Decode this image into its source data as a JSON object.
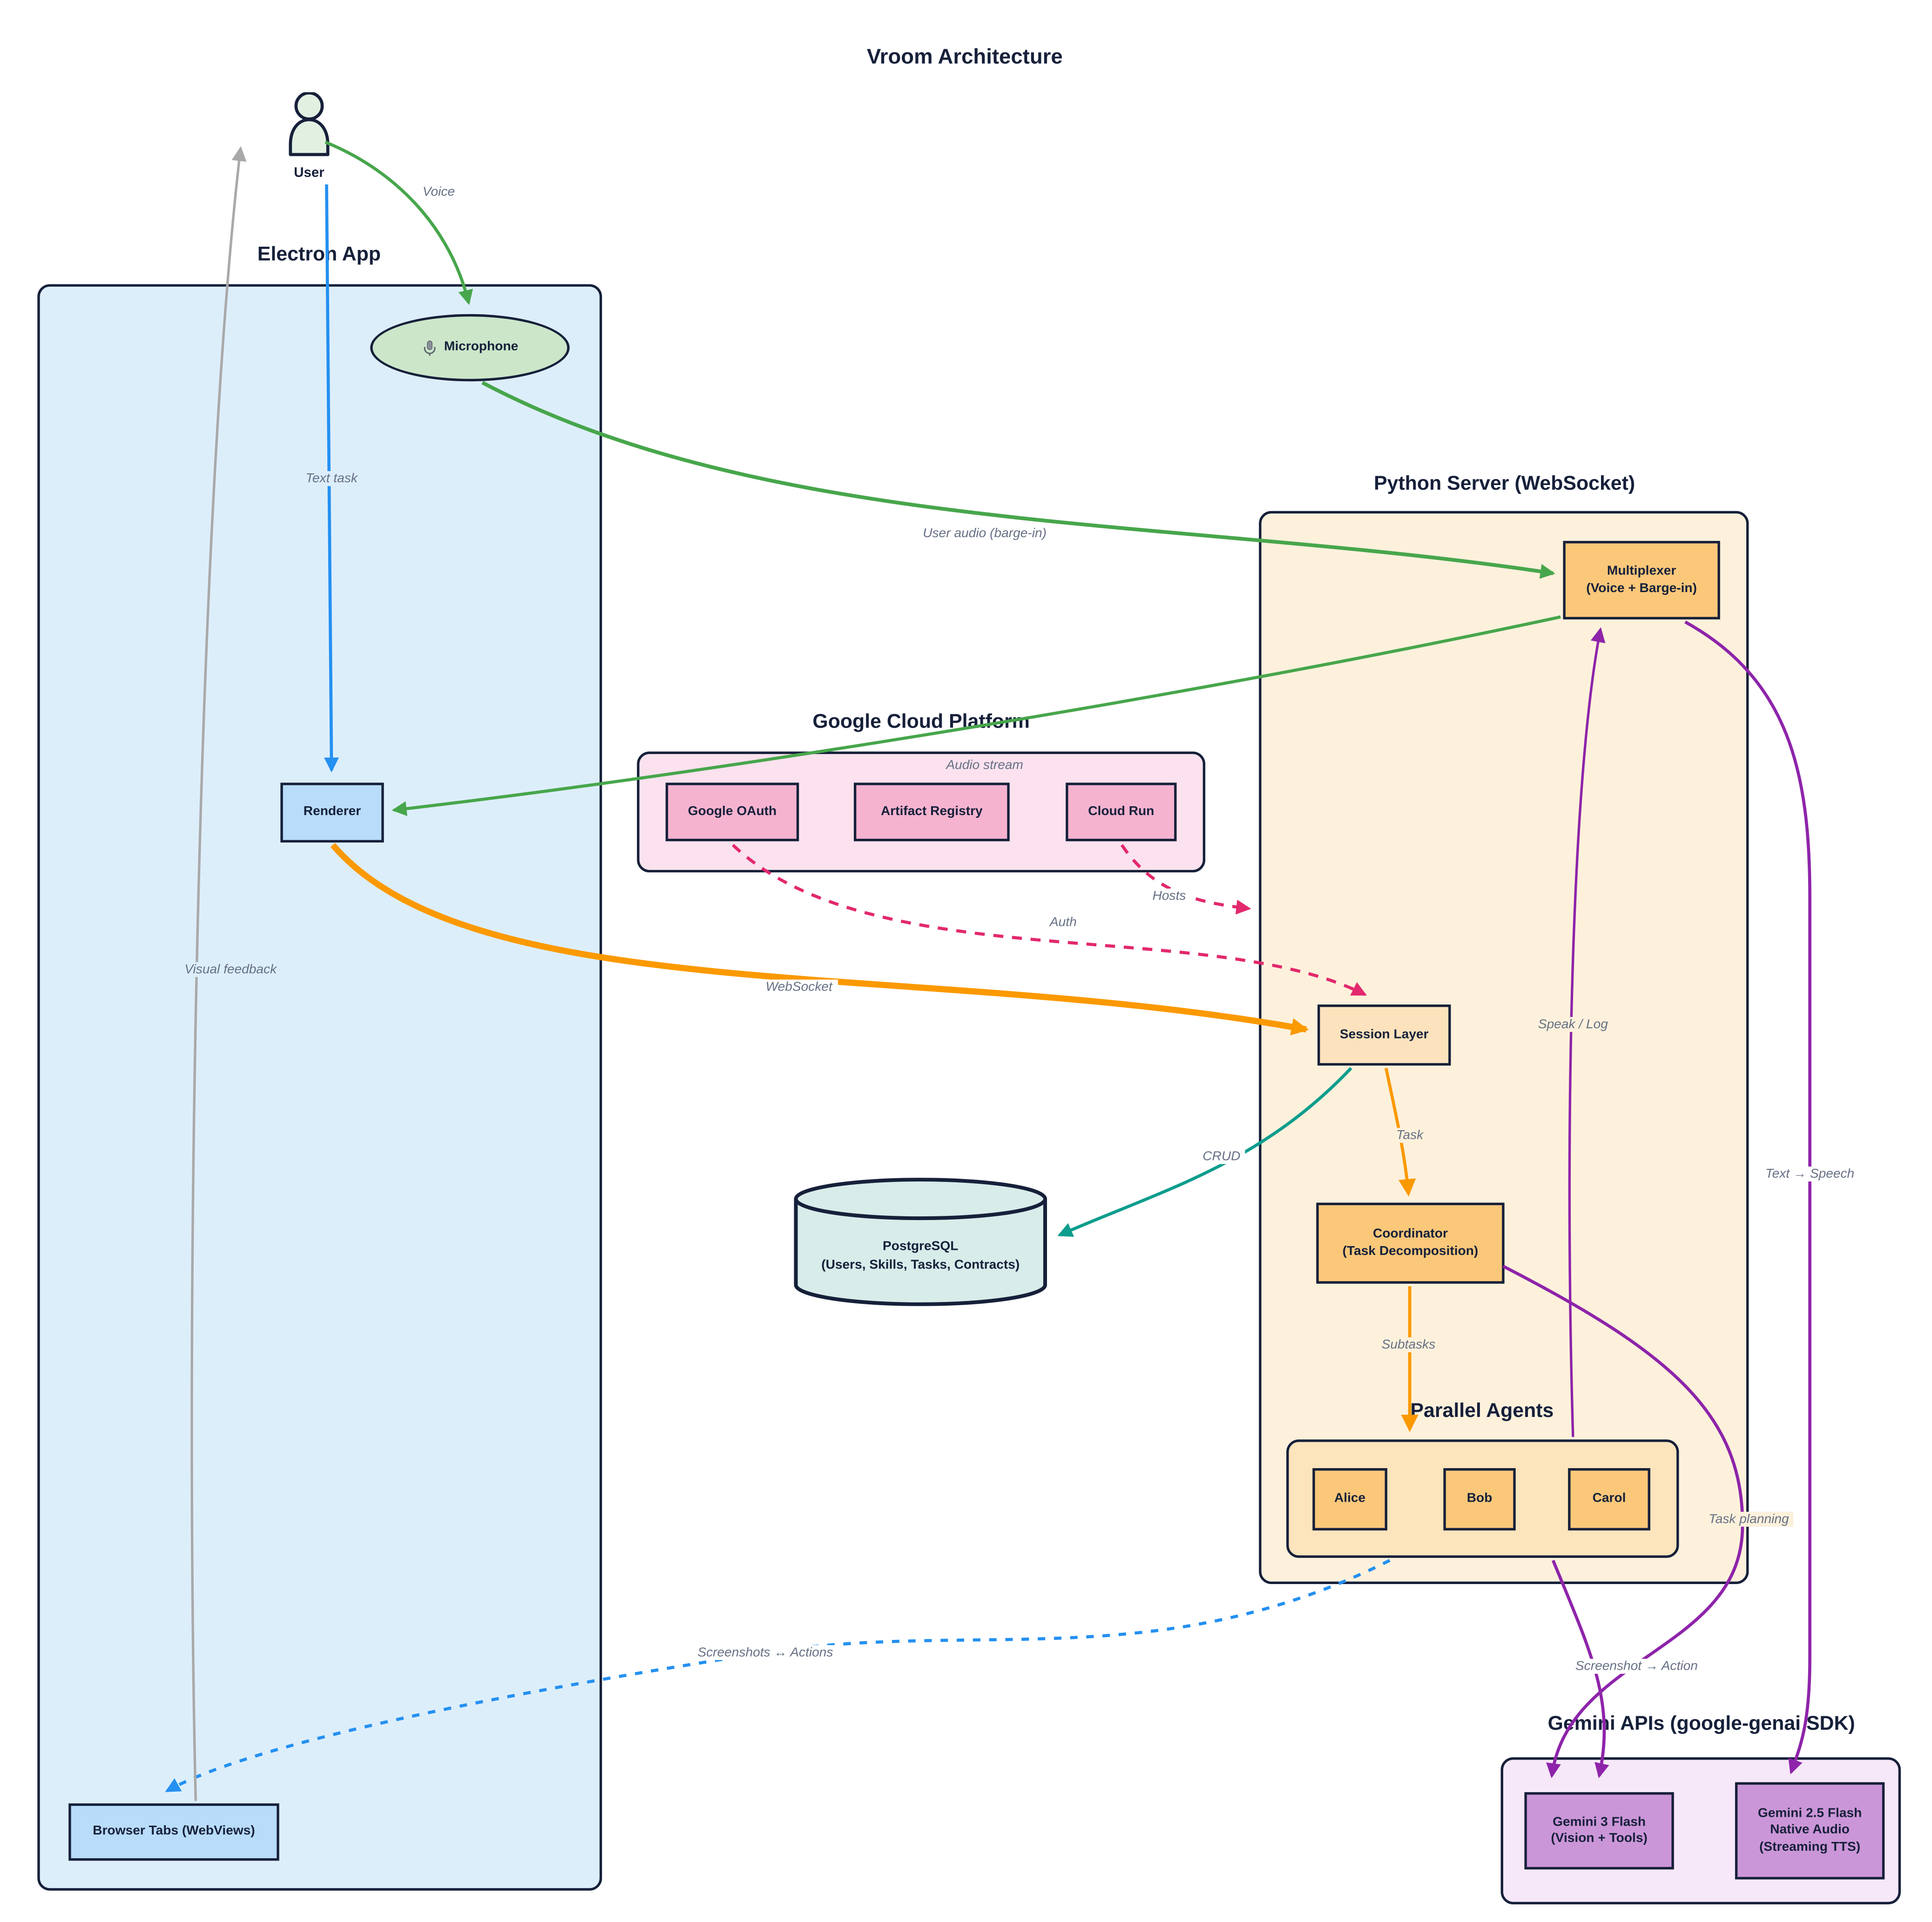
{
  "title": "Vroom Architecture",
  "containers": {
    "electron": {
      "label": "Electron App"
    },
    "gcp": {
      "label": "Google Cloud Platform"
    },
    "python": {
      "label": "Python Server (WebSocket)"
    },
    "agents": {
      "label": "Parallel Agents"
    },
    "gemini": {
      "label": "Gemini APIs (google-genai SDK)"
    }
  },
  "nodes": {
    "user": {
      "label": "User"
    },
    "microphone": {
      "label": "Microphone"
    },
    "renderer": {
      "label": "Renderer"
    },
    "browser_tabs": {
      "label": "Browser Tabs (WebViews)"
    },
    "google_oauth": {
      "label": "Google OAuth"
    },
    "artifact_registry": {
      "label": "Artifact Registry"
    },
    "cloud_run": {
      "label": "Cloud Run"
    },
    "multiplexer": {
      "line1": "Multiplexer",
      "line2": "(Voice + Barge-in)"
    },
    "session_layer": {
      "label": "Session Layer"
    },
    "coordinator": {
      "line1": "Coordinator",
      "line2": "(Task Decomposition)"
    },
    "alice": {
      "label": "Alice"
    },
    "bob": {
      "label": "Bob"
    },
    "carol": {
      "label": "Carol"
    },
    "postgresql": {
      "line1": "PostgreSQL",
      "line2": "(Users, Skills, Tasks, Contracts)"
    },
    "gemini3": {
      "line1": "Gemini 3 Flash",
      "line2": "(Vision + Tools)"
    },
    "gemini25": {
      "line1": "Gemini 2.5 Flash",
      "line2": "Native Audio",
      "line3": "(Streaming TTS)"
    }
  },
  "edges": {
    "voice": "Voice",
    "text_task": "Text task",
    "user_audio": "User audio (barge-in)",
    "audio_stream": "Audio stream",
    "auth": "Auth",
    "hosts": "Hosts",
    "websocket": "WebSocket",
    "crud": "CRUD",
    "task": "Task",
    "subtasks": "Subtasks",
    "speak_log": "Speak / Log",
    "text_speech": "Text → Speech",
    "task_planning": "Task planning",
    "screenshot_action": "Screenshot → Action",
    "screenshots_actions": "Screenshots ↔ Actions",
    "visual_feedback": "Visual feedback"
  },
  "colors": {
    "green": "#47a64b",
    "blue": "#2490f1",
    "orange": "#fb9900",
    "crimson": "#e3286d",
    "teal": "#0d9d8d",
    "purple": "#8e24aa",
    "gray": "#a9a9a9",
    "navy": "#16203a",
    "electron_fill": "#ddeefb",
    "blue_node_fill": "#b8dcfa",
    "gcp_fill": "#fbe2ee",
    "gcp_node_fill": "#f6b3d0",
    "python_fill": "#fdf1dc",
    "orange_node_fill": "#fbc87a",
    "green_node_fill": "#cbe6c9",
    "postgres_fill": "#d8ecea",
    "gemini_fill": "#f6e8f8",
    "gemini_node_fill": "#cb96d8"
  }
}
